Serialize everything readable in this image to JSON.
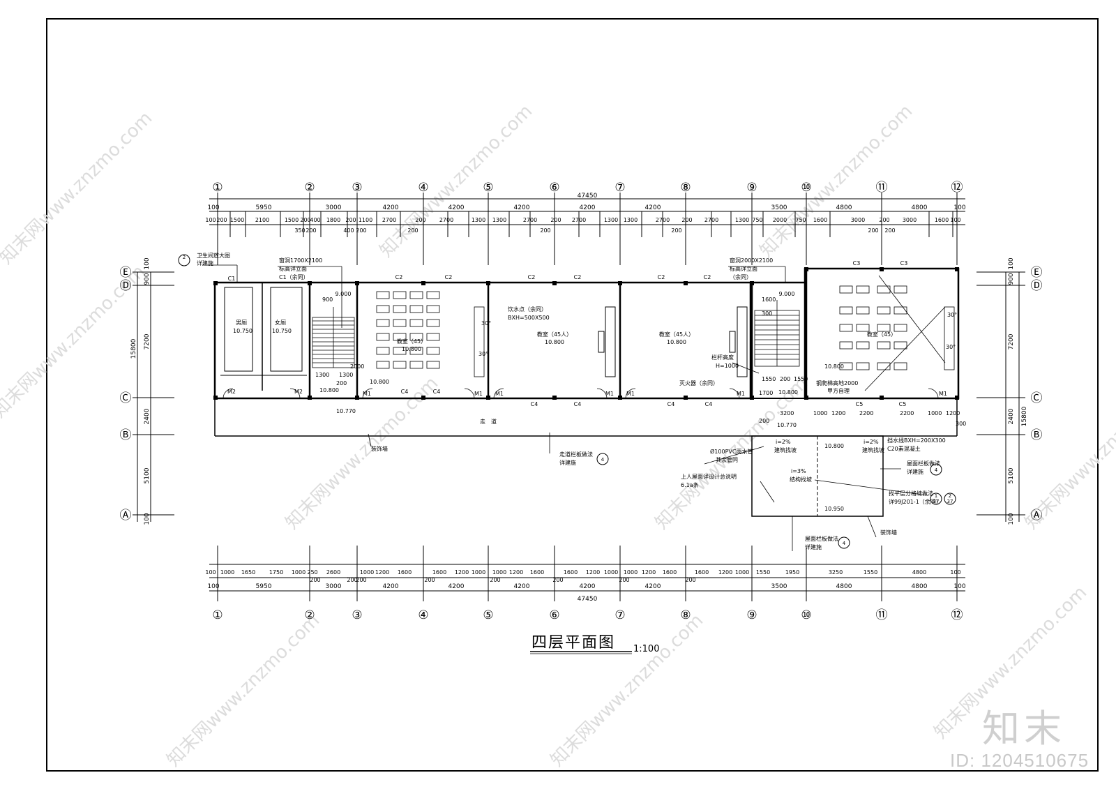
{
  "drawing": {
    "title": "四层平面图",
    "scale": "1:100"
  },
  "axes": {
    "columns": [
      "①",
      "②",
      "③",
      "④",
      "⑤",
      "⑥",
      "⑦",
      "⑧",
      "⑨",
      "⑩",
      "⑪",
      "⑫"
    ],
    "rows": [
      "Ⓔ",
      "Ⓓ",
      "Ⓒ",
      "Ⓑ",
      "Ⓐ"
    ]
  },
  "dimensions": {
    "top_total": "47450",
    "top_axis": [
      "100",
      "5950",
      "3000",
      "4200",
      "4200",
      "4200",
      "4200",
      "4200",
      "3500",
      "4800",
      "4800",
      "100"
    ],
    "top_detail": [
      "100",
      "200",
      "1500",
      "2100",
      "1500",
      "200",
      "400",
      "1800",
      "200",
      "1100",
      "2700",
      "200",
      "2700",
      "1300",
      "1300",
      "2700",
      "200",
      "2700",
      "1300",
      "1300",
      "2700",
      "200",
      "2700",
      "1300",
      "750",
      "2000",
      "750",
      "1600",
      "3000",
      "200",
      "3000",
      "1600",
      "100"
    ],
    "top_detail_lower": [
      "350",
      "200",
      "400",
      "200",
      "200",
      "200",
      "200",
      "200",
      "200"
    ],
    "bottom_detail": [
      "100",
      "1000",
      "1650",
      "1750",
      "1000",
      "250",
      "2600",
      "1000",
      "1200",
      "1600",
      "1600",
      "1200",
      "1000",
      "1000",
      "1200",
      "1600",
      "1600",
      "1200",
      "1000",
      "1000",
      "1200",
      "1600",
      "1600",
      "1200",
      "1000",
      "1550",
      "1950",
      "3250",
      "1550",
      "4800",
      "100"
    ],
    "bottom_detail_lower": [
      "200",
      "200",
      "200",
      "200",
      "200",
      "200",
      "200",
      "200"
    ],
    "bottom_axis": [
      "100",
      "5950",
      "3000",
      "4200",
      "4200",
      "4200",
      "4200",
      "4200",
      "3500",
      "4800",
      "4800",
      "100"
    ],
    "bottom_total": "47450",
    "left_outer": "15800",
    "left_inner": [
      "100",
      "900",
      "7200",
      "2400",
      "5100",
      "100"
    ],
    "right_outer": "15800",
    "right_inner": [
      "100",
      "900",
      "7200",
      "2400",
      "5100",
      "100"
    ]
  },
  "rooms": {
    "men": "男厕",
    "women": "女厕",
    "classroom1": "教室（45）",
    "classroom2": "教室（45人）",
    "classroom3": "教室（45人）",
    "classroom4": "教室（45）",
    "corridor": "走　道",
    "elev_restroom": "10.750",
    "elev_class": "10.800",
    "elev_corridor": "10.770",
    "elev_roof": "10.950",
    "elev_stair": "9.000"
  },
  "labels": {
    "c1": "C1",
    "c2": "C2",
    "c3": "C3",
    "c4": "C4",
    "c5": "C5",
    "m1": "M1",
    "m2": "M2",
    "restroom_note_1": "卫生间放大图",
    "restroom_note_2": "详建施",
    "hole_note_1": "窗洞1700X2100",
    "hole_note_2": "标高详立面",
    "hole_note_3": "C1（余同）",
    "hole_note_r1": "窗洞2000X2100",
    "hole_note_r2": "标高详立面",
    "hole_note_r3": "（余同）",
    "water_point_1": "饮水点（余同）",
    "water_point_2": "BXH=500X500",
    "rail_height_1": "栏杆高度",
    "rail_height_2": "H=1000",
    "extinguisher": "灭火器（余同）",
    "steel_ladder": "钢爬梯高地2000",
    "roof_access": "甲方自理",
    "drain_1": "Ø100PVC雨水管",
    "drain_2": "其余管同",
    "slope_1": "i=2%",
    "slope_label_1": "建筑找坡",
    "slope_2": "i=2%",
    "slope_label_2": "建筑找坡",
    "slope_3": "i=3%",
    "slope_label_3": "结构找坡",
    "beam_note_1": "挡水线BXH=200X300",
    "beam_note_2": "C20素混凝土",
    "roof_rail_1": "屋面栏板做法",
    "roof_rail_2": "详建施",
    "joint_1": "找平层分格缝做法",
    "joint_2": "详99J201-1（余同）",
    "roof_design_1": "上人屋面详设计总说明",
    "roof_design_2": "6.1a条",
    "corridor_rail_1": "走道栏板做法",
    "corridor_rail_2": "详建施",
    "deco_wall": "装饰墙",
    "bottom_rail_1": "屋面栏板做法",
    "bottom_rail_2": "详建施",
    "angle_30": "30°",
    "dim_900": "900",
    "dim_1300": "1300",
    "dim_2000": "2000",
    "dim_200": "200",
    "dim_1600": "1600",
    "dim_300": "300",
    "dim_1700": "1700",
    "dim_3200": "3200",
    "dim_1000": "1000",
    "dim_1200": "1200",
    "dim_2200": "2200",
    "dim_1550": "1550",
    "detail_4": "4",
    "detail_2": "2",
    "detail_37": "37",
    "detail_1": "1"
  },
  "watermark": {
    "logo": "知末",
    "id": "ID: 1204510675",
    "diagonal": "知末网www.znzmo.com"
  }
}
